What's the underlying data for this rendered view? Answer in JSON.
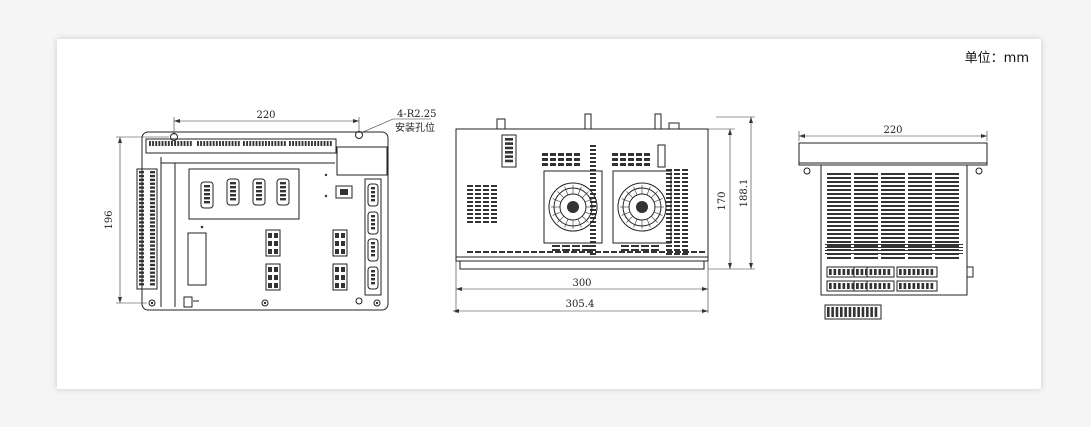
{
  "unit_label": "单位：mm",
  "front_view": {
    "width_dim": "220",
    "height_dim": "196",
    "hole_note_line1": "4-R2.25",
    "hole_note_line2": "安装孔位"
  },
  "side_view": {
    "inner_length_dim": "300",
    "overall_length_dim": "305.4",
    "height_dim": "170",
    "overall_height_dim": "188.1"
  },
  "end_view": {
    "width_dim": "220"
  }
}
